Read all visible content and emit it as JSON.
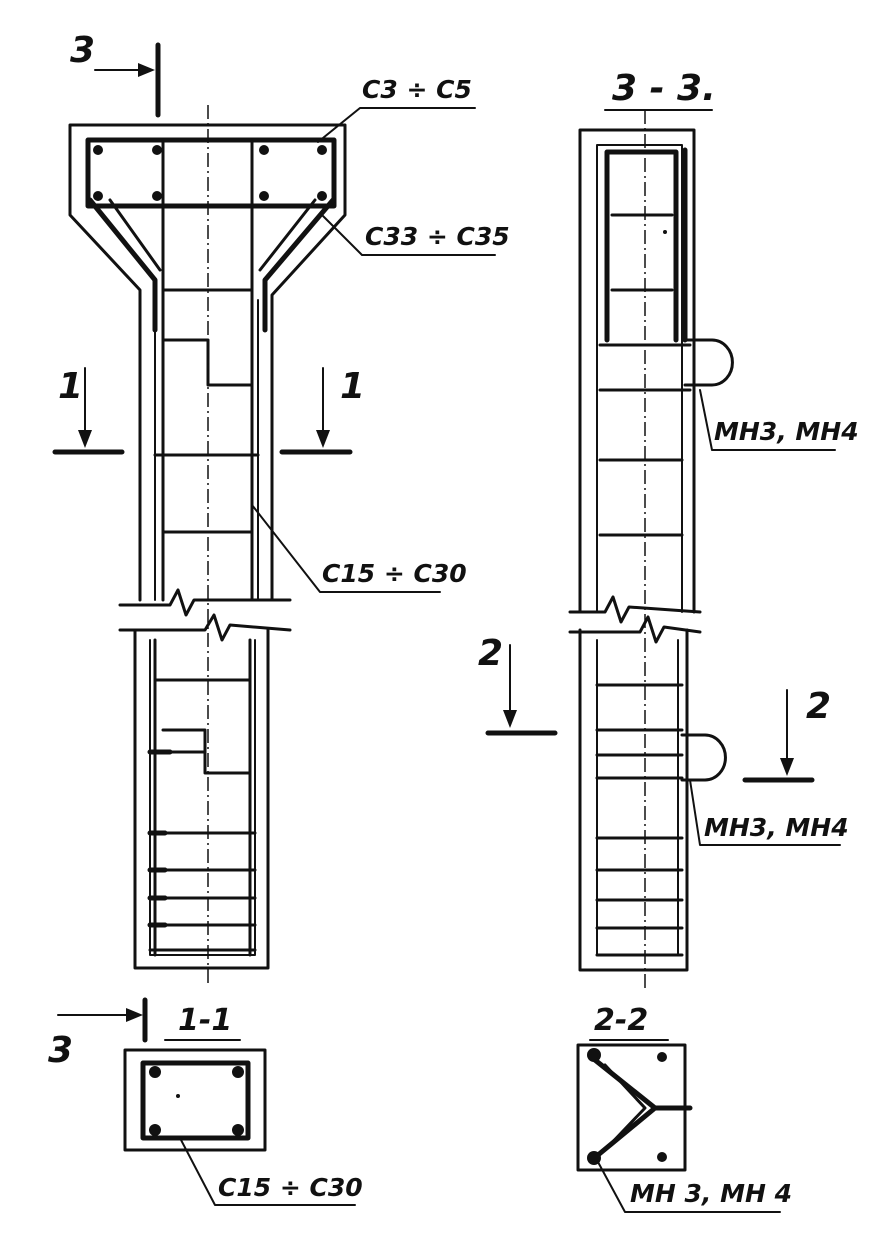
{
  "labels": {
    "section_3_top_mark": "3",
    "section_3_bottom_mark": "3",
    "section_1_left_mark": "1",
    "section_1_right_mark": "1",
    "section_2_left_mark": "2",
    "section_2_right_mark": "2",
    "section_3_3_title": "3 - 3.",
    "section_1_1_title": "1-1",
    "section_2_2_title": "2-2",
    "callout_c3_c5": "C3 ÷ C5",
    "callout_c33_c35": "C33 ÷ C35",
    "callout_c15_c30_main": "C15 ÷ C30",
    "callout_mn3_mn4_upper": "MH3, MH4",
    "callout_mn3_mn4_lower": "MH3, MH4",
    "callout_c15_c30_section": "C15 ÷ C30",
    "callout_mn3_mn4_section": "MH 3, MH 4"
  }
}
